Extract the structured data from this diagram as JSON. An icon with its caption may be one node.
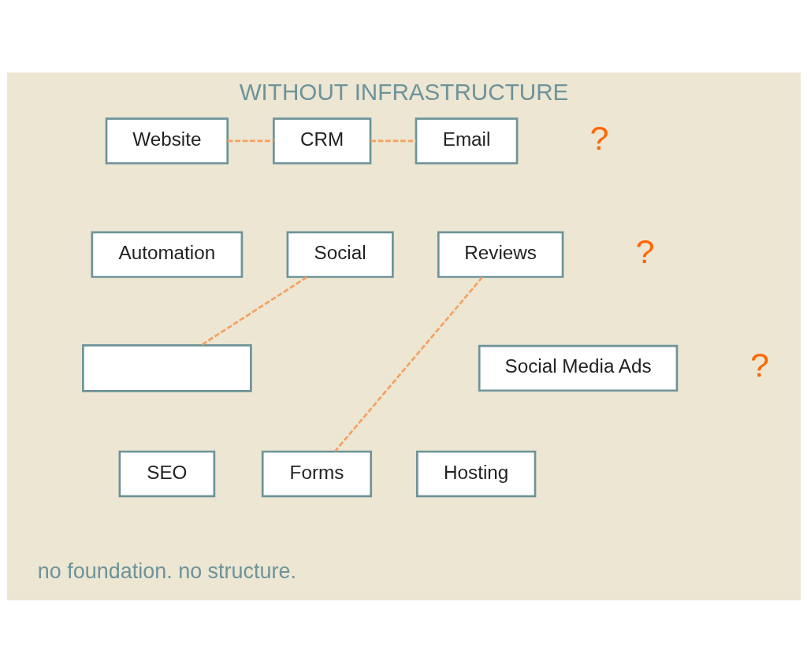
{
  "diagram": {
    "title": "WITHOUT INFRASTRUCTURE",
    "caption": "no foundation. no structure.",
    "nodes": [
      {
        "text": [
          "Website"
        ]
      },
      {
        "text": [
          "CRM"
        ]
      },
      {
        "text": [
          "Email"
        ]
      },
      {
        "text": [
          "Automation"
        ]
      },
      {
        "text": [
          "Social"
        ]
      },
      {
        "text": [
          "Reviews"
        ]
      },
      {
        "text": [],
        "shape": "box"
      },
      {
        "text": [
          "Social Media Ads"
        ]
      },
      {
        "text": [
          "SEO"
        ]
      },
      {
        "text": [
          "Hosting"
        ]
      },
      {
        "text": [
          "Forms"
        ]
      }
    ],
    "edges": [
      {
        "from": 0,
        "to": 1,
        "arrow": "none",
        "style": "dashed"
      },
      {
        "from": 1,
        "to": 2,
        "arrow": "none",
        "style": "dashed"
      },
      {
        "from": 4,
        "to": 6,
        "arrow": "none",
        "style": "dashed"
      },
      {
        "from": 5,
        "to": 10,
        "arrow": "none",
        "style": "dashed"
      }
    ],
    "labels": [
      "?",
      "?",
      "?"
    ]
  }
}
